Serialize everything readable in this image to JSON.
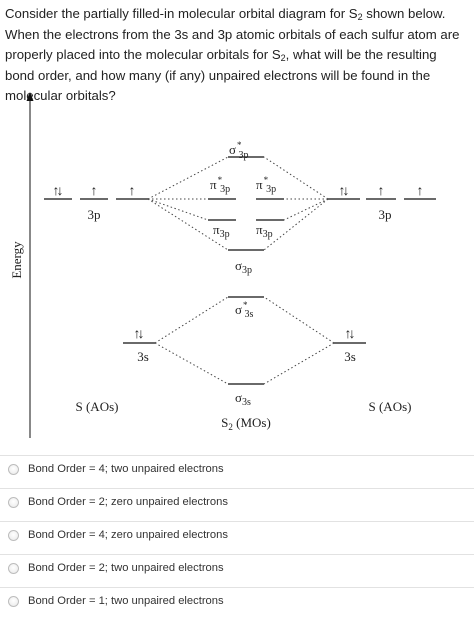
{
  "question": {
    "line1": "Consider the partially filled-in molecular orbital diagram for S",
    "sub1": "2",
    "line2": " shown below. When the electrons from the 3s and 3p atomic orbitals of each sulfur atom are properly placed into the molecular orbitals for S",
    "sub2": "2",
    "line3": ", what will be the resulting bond order, and how many (if any) unpaired electrons will be found in the molecular orbitals?"
  },
  "diagram": {
    "energy_label": "Energy",
    "left_3p_label": "3p",
    "right_3p_label": "3p",
    "left_3s_label": "3s",
    "right_3s_label": "3s",
    "left_footer": "S (AOs)",
    "right_footer": "S (AOs)",
    "center_footer_main": "S",
    "center_footer_sub": "2",
    "center_footer_tail": " (MOs)",
    "sigma": "σ",
    "pi": "π",
    "star": "*",
    "sub_3p": "3p",
    "sub_3s": "3s",
    "arrow_up": "↑",
    "arrow_down": "↓",
    "left_3p_occupancy": [
      "paired",
      "up",
      "up"
    ],
    "right_3p_occupancy": [
      "paired",
      "up",
      "up"
    ],
    "left_3s_occupancy": "paired",
    "right_3s_occupancy": "paired"
  },
  "options": [
    {
      "label": "Bond Order = 4; two unpaired electrons"
    },
    {
      "label": "Bond Order = 2; zero unpaired electrons"
    },
    {
      "label": "Bond Order = 4; zero unpaired electrons"
    },
    {
      "label": "Bond Order = 2; two unpaired electrons"
    },
    {
      "label": "Bond Order = 1; two unpaired electrons"
    }
  ],
  "colors": {
    "text": "#222222",
    "line": "#111111",
    "separator": "#e2e2e2",
    "radio_border": "#bdbdbd"
  }
}
